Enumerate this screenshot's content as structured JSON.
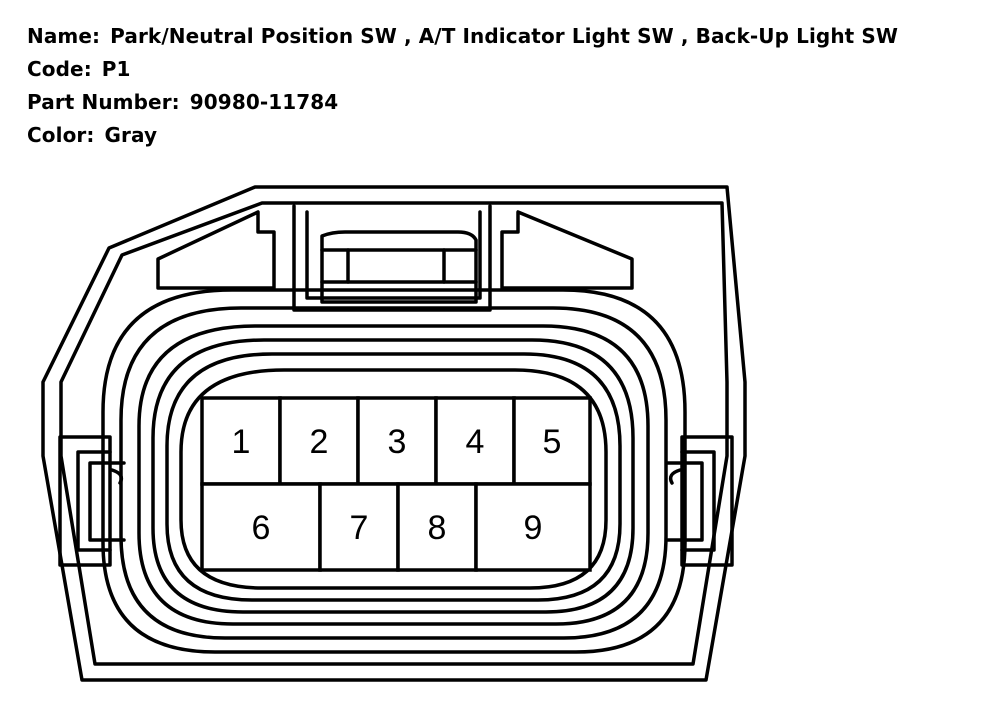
{
  "header": {
    "name_label": "Name:",
    "name_value": "Park/Neutral Position SW , A/T Indicator Light SW , Back-Up Light SW",
    "code_label": "Code:",
    "code_value": "P1",
    "part_label": "Part Number:",
    "part_value": "90980-11784",
    "color_label": "Color:",
    "color_value": "Gray"
  },
  "pins": [
    "1",
    "2",
    "3",
    "4",
    "5",
    "6",
    "7",
    "8",
    "9"
  ]
}
